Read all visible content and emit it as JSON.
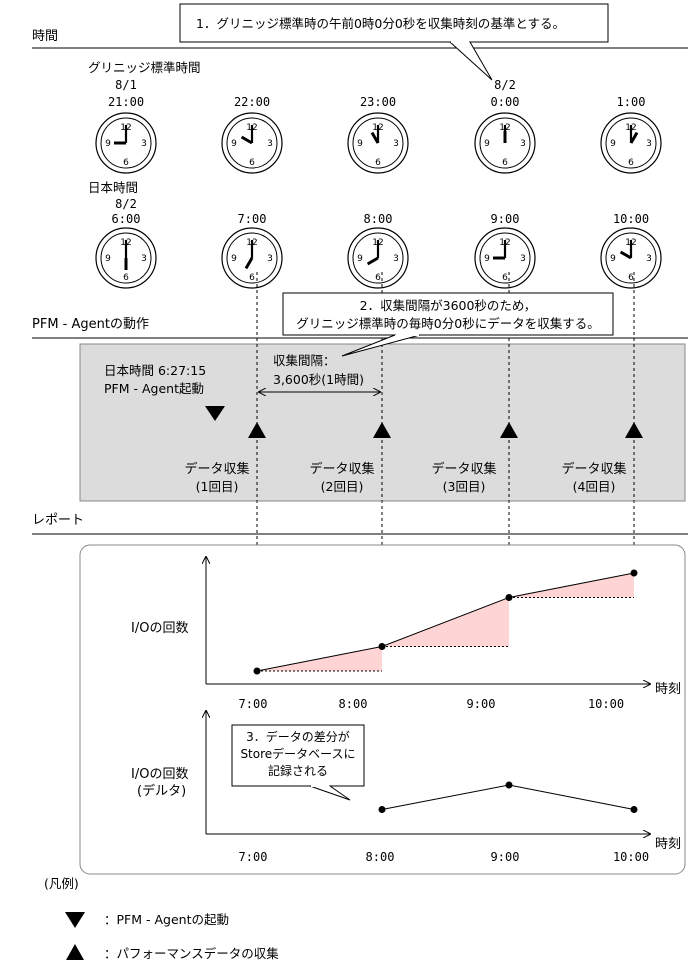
{
  "sections": {
    "time": "時間",
    "agent": "PFM - Agentの動作",
    "report": "レポート"
  },
  "callouts": {
    "c1": "1．グリニッジ標準時の午前0時0分0秒を収集時刻の基準とする。",
    "c2_line1": "2．収集間隔が3600秒のため，",
    "c2_line2": "グリニッジ標準時の毎時0分0秒にデータを収集する。",
    "c3_line1": "3．データの差分が",
    "c3_line2": "Storeデータベースに",
    "c3_line3": "記録される"
  },
  "gmt": {
    "label": "グリニッジ標準時間",
    "date1": "8/1",
    "date2": "8/2",
    "times": [
      "21:00",
      "22:00",
      "23:00",
      "0:00",
      "1:00"
    ]
  },
  "jst": {
    "label": "日本時間",
    "date": "8/2",
    "times": [
      "6:00",
      "7:00",
      "8:00",
      "9:00",
      "10:00"
    ]
  },
  "clock_numerals": {
    "n12": "12",
    "n3": "3",
    "n6": "6",
    "n9": "9"
  },
  "agent": {
    "start_line1": "日本時間 6:27:15",
    "start_line2": "PFM - Agent起動",
    "interval_line1": "収集間隔：",
    "interval_line2": "3,600秒(1時間)",
    "collections": [
      {
        "line1": "データ収集",
        "line2": "(1回目)"
      },
      {
        "line1": "データ収集",
        "line2": "(2回目)"
      },
      {
        "line1": "データ収集",
        "line2": "(3回目)"
      },
      {
        "line1": "データ収集",
        "line2": "(4回目)"
      }
    ]
  },
  "chart_data": [
    {
      "type": "line",
      "ylabel": "I/Oの回数",
      "xlabel": "時刻",
      "categories": [
        "7:00",
        "8:00",
        "9:00",
        "10:00"
      ],
      "values": [
        0,
        1,
        3,
        4
      ]
    },
    {
      "type": "line",
      "ylabel_line1": "I/Oの回数",
      "ylabel_line2": "(デルタ)",
      "xlabel": "時刻",
      "categories": [
        "7:00",
        "8:00",
        "9:00",
        "10:00"
      ],
      "values": [
        1,
        2,
        1
      ]
    }
  ],
  "legend": {
    "title": "(凡例)",
    "items": [
      {
        "icon": "down-triangle",
        "text": "：PFM - Agentの起動"
      },
      {
        "icon": "up-triangle",
        "text": "：パフォーマンスデータの収集"
      }
    ]
  }
}
